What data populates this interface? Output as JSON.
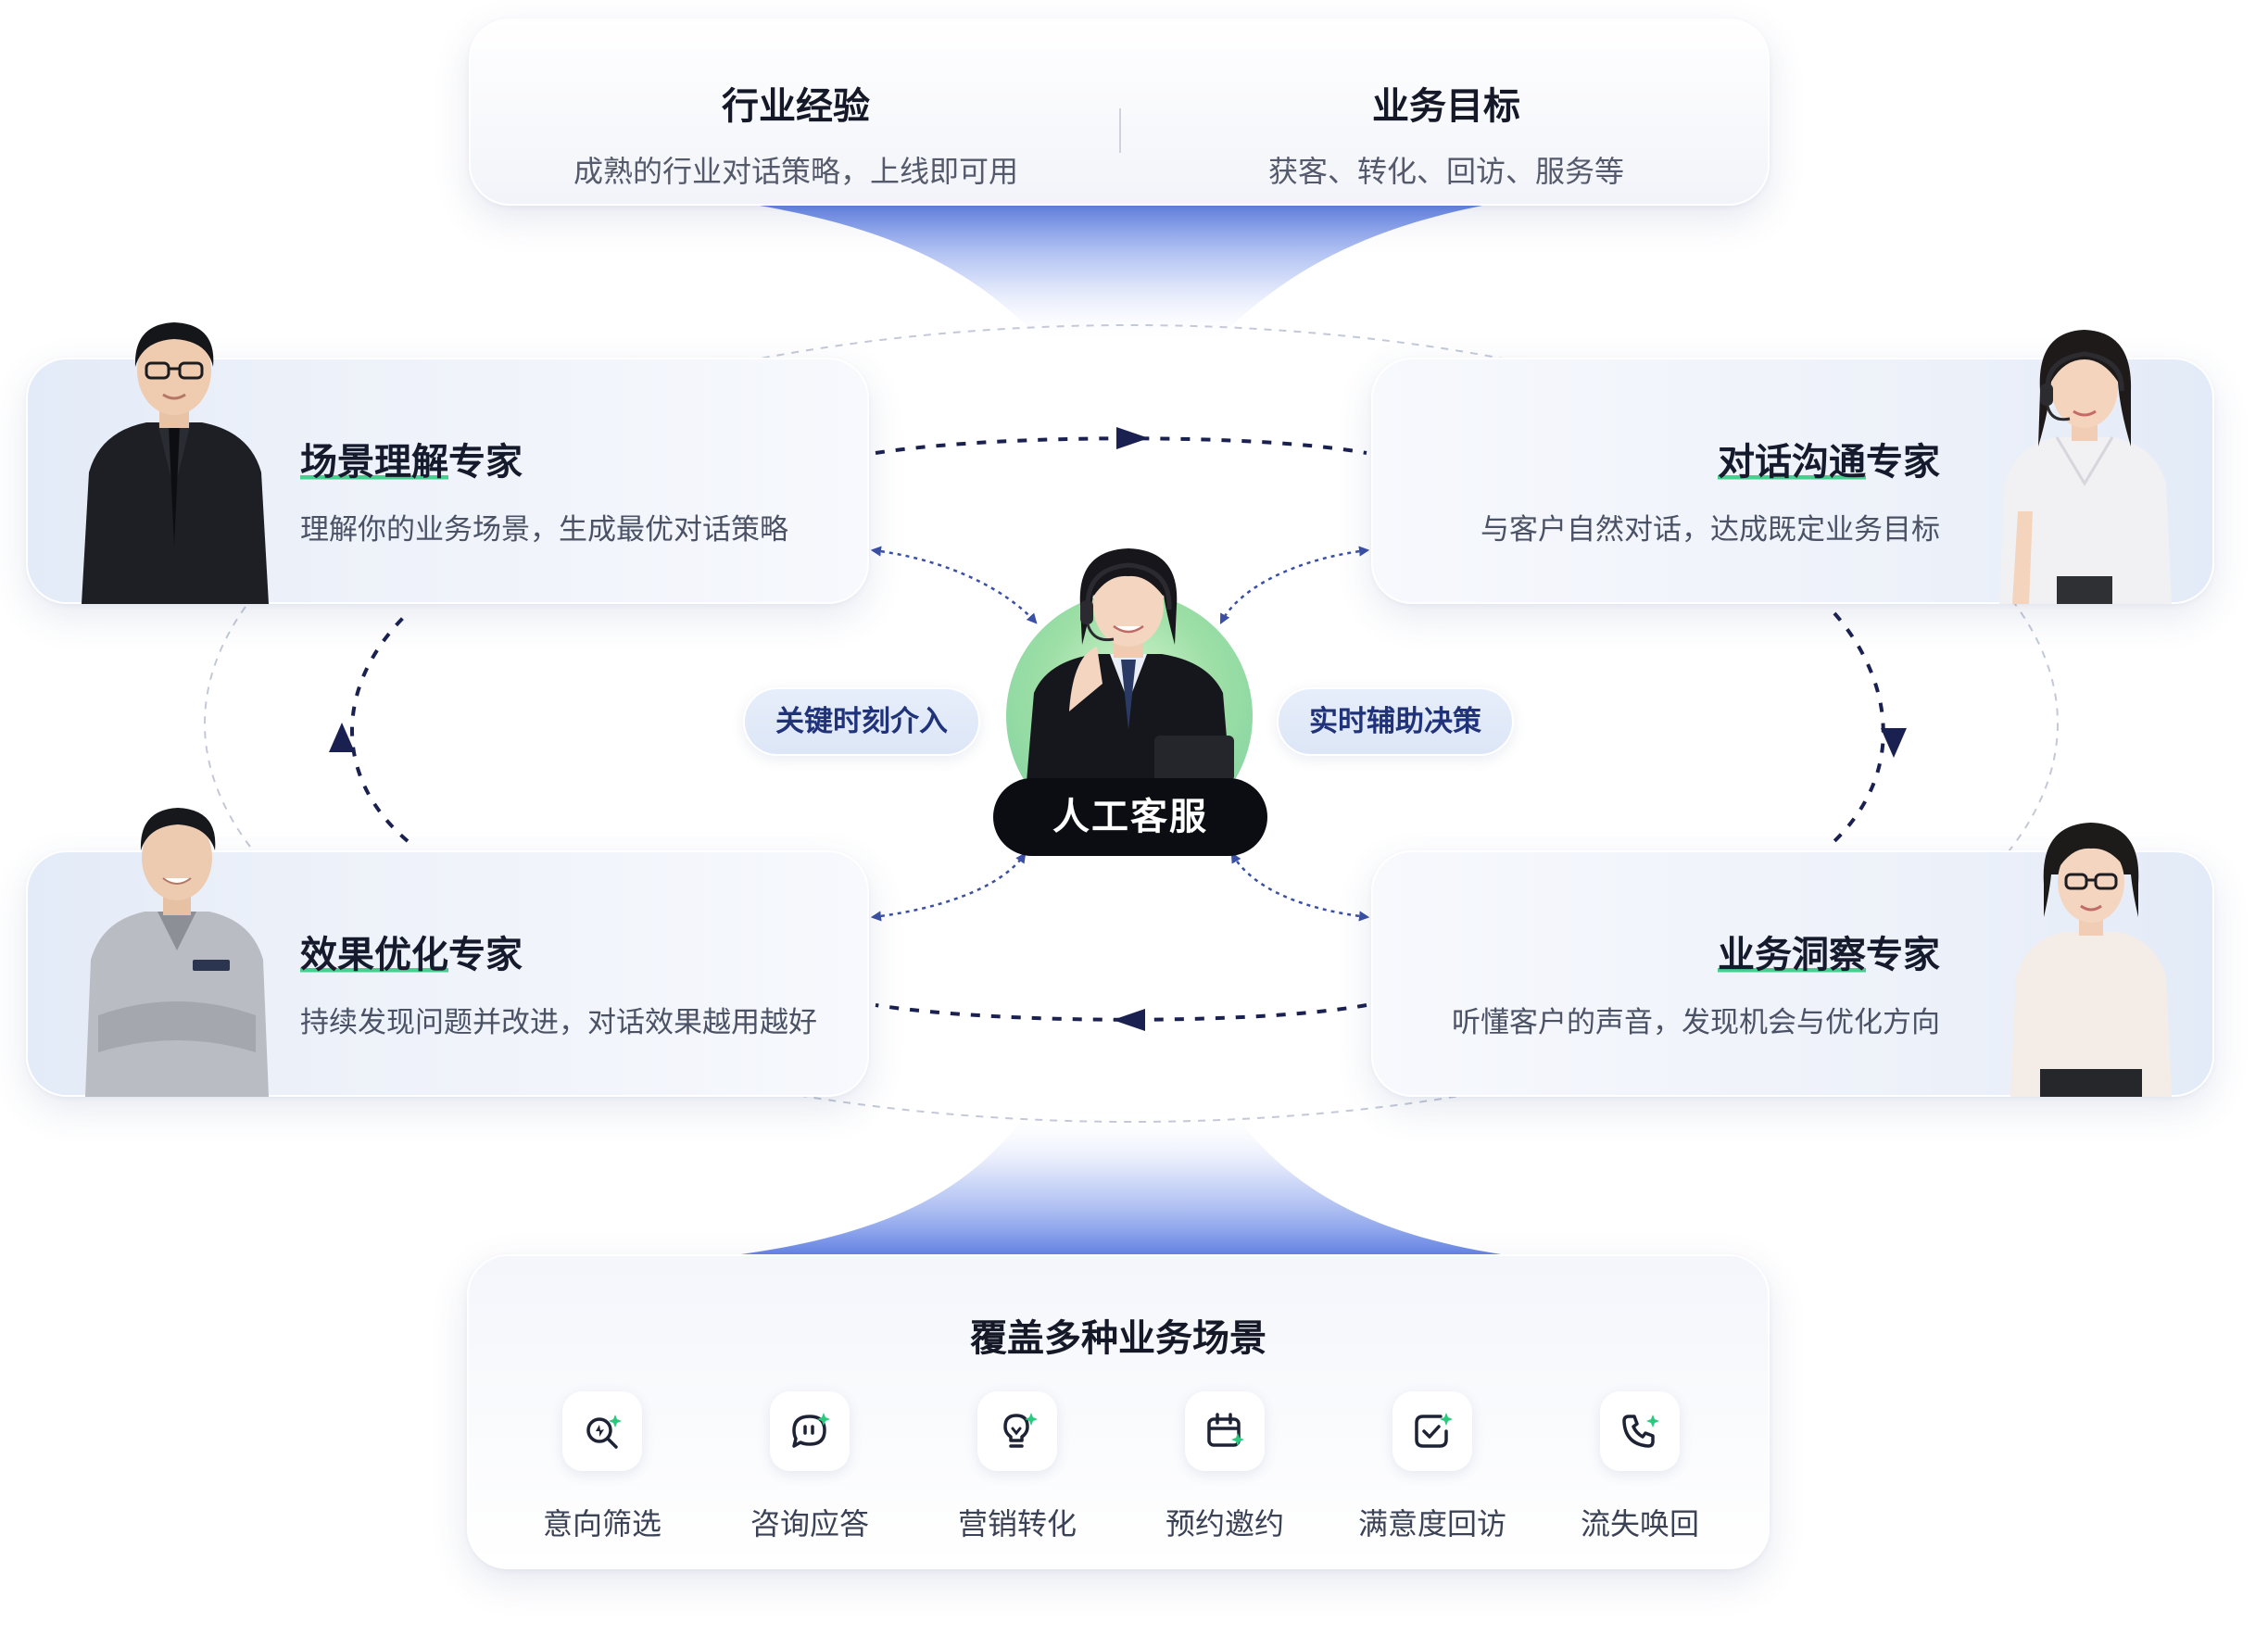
{
  "top": {
    "left": {
      "title": "行业经验",
      "subtitle": "成熟的行业对话策略，上线即可用"
    },
    "right": {
      "title": "业务目标",
      "subtitle": "获客、转化、回访、服务等"
    }
  },
  "experts": [
    {
      "title_hl": "场景理解",
      "title_rest": "专家",
      "desc": "理解你的业务场景，生成最优对话策略"
    },
    {
      "title_hl": "对话沟通",
      "title_rest": "专家",
      "desc": "与客户自然对话，达成既定业务目标"
    },
    {
      "title_hl": "效果优化",
      "title_rest": "专家",
      "desc": "持续发现问题并改进，对话效果越用越好"
    },
    {
      "title_hl": "业务洞察",
      "title_rest": "专家",
      "desc": "听懂客户的声音，发现机会与优化方向"
    }
  ],
  "center": {
    "label": "人工客服",
    "left_pill": "关键时刻介入",
    "right_pill": "实时辅助决策"
  },
  "bottom": {
    "title": "覆盖多种业务场景",
    "scenarios": [
      {
        "label": "意向筛选",
        "icon": "search-sparkle-icon"
      },
      {
        "label": "咨询应答",
        "icon": "chat-bubble-icon"
      },
      {
        "label": "营销转化",
        "icon": "lightbulb-icon"
      },
      {
        "label": "预约邀约",
        "icon": "calendar-icon"
      },
      {
        "label": "满意度回访",
        "icon": "checkbox-icon"
      },
      {
        "label": "流失唤回",
        "icon": "phone-icon"
      }
    ]
  },
  "colors": {
    "accent_green": "#2ac97e",
    "arrow_navy": "#1a2150",
    "funnel_blue": "#4a6fe0",
    "label_bg": "#0b0d12"
  }
}
